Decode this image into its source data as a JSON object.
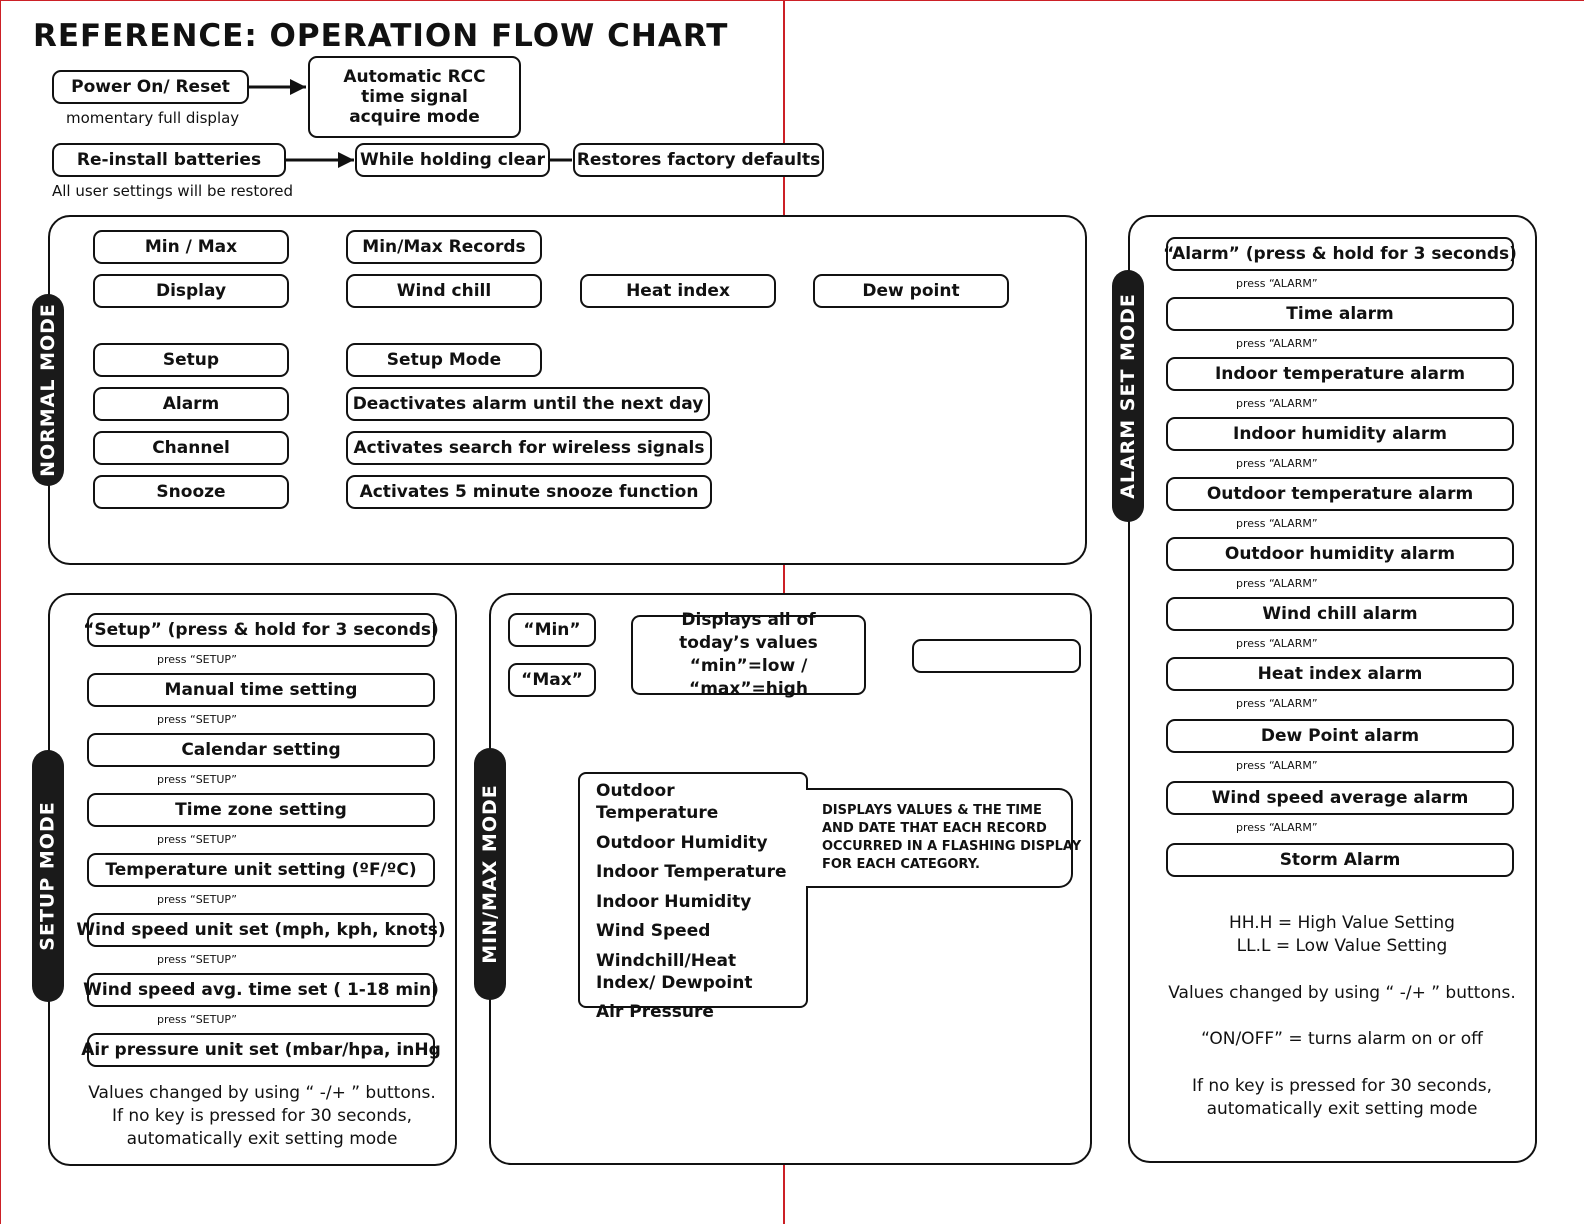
{
  "title": "REFERENCE: OPERATION FLOW CHART",
  "top": {
    "power_on": "Power On/ Reset",
    "momentary": "momentary full display",
    "auto_rcc": "Automatic RCC time signal acquire mode",
    "reinstall": "Re-install batteries",
    "all_user": "All user settings will be restored",
    "holding_clear": "While holding clear",
    "restores": "Restores factory defaults"
  },
  "normal": {
    "label": "NORMAL MODE",
    "minmax": "Min / Max",
    "minmax_records": "Min/Max Records",
    "display": "Display",
    "wind_chill": "Wind chill",
    "heat_index": "Heat index",
    "dew_point": "Dew point",
    "setup": "Setup",
    "setup_mode": "Setup Mode",
    "alarm": "Alarm",
    "deactivates": "Deactivates alarm until the next day",
    "channel": "Channel",
    "activates_search": "Activates search for wireless signals",
    "snooze": "Snooze",
    "activates_snooze": "Activates 5 minute snooze function"
  },
  "setup": {
    "label": "SETUP MODE",
    "press": "press “SETUP”",
    "steps": [
      "“Setup” (press & hold for 3 seconds)",
      "Manual time setting",
      "Calendar setting",
      "Time zone setting",
      "Temperature unit setting (ºF/ºC)",
      "Wind speed unit set (mph, kph, knots)",
      "Wind speed avg. time set ( 1-18 min)",
      "Air pressure unit set (mbar/hpa, inHg"
    ],
    "note_lines": [
      "Values changed by using “ -/+ ” buttons.",
      "If no key is pressed for 30 seconds,",
      "automatically exit setting mode"
    ]
  },
  "minmax": {
    "label": "MIN/MAX MODE",
    "min": "“Min”",
    "max": "“Max”",
    "displays_lines": [
      "Displays all of",
      "today’s values",
      "“min”=low / “max”=high"
    ],
    "empty_box": "",
    "categories": [
      "Outdoor Temperature",
      "Outdoor Humidity",
      "Indoor Temperature",
      "Indoor Humidity",
      "Wind Speed",
      "Windchill/Heat Index/ Dewpoint",
      "Air Pressure"
    ],
    "flash_note_lines": [
      "DISPLAYS VALUES & THE TIME",
      "AND DATE THAT EACH RECORD",
      "OCCURRED IN A FLASHING DISPLAY",
      "FOR EACH CATEGORY."
    ]
  },
  "alarm": {
    "label": "ALARM SET MODE",
    "press": "press “ALARM”",
    "steps": [
      "“Alarm” (press & hold for 3 seconds)",
      "Time alarm",
      "Indoor temperature alarm",
      "Indoor humidity alarm",
      "Outdoor temperature alarm",
      "Outdoor humidity alarm",
      "Wind chill alarm",
      "Heat index alarm",
      "Dew Point alarm",
      "Wind speed average alarm",
      "Storm Alarm"
    ],
    "hh": "HH.H = High Value Setting",
    "ll": "LL.L = Low Value Setting",
    "values_changed": "Values changed by using “ -/+ ” buttons.",
    "on_off": "“ON/OFF” = turns alarm on or off",
    "no_key_1": "If no key is pressed for 30 seconds,",
    "no_key_2": "automatically exit setting mode"
  },
  "colors": {
    "ink": "#111111",
    "red_rule": "#cc2026",
    "label_bg": "#1a1a1a"
  }
}
